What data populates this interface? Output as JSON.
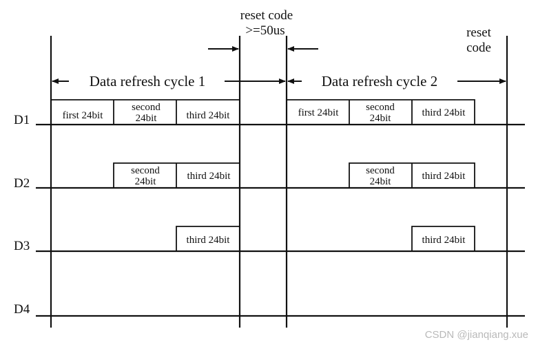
{
  "reset_top": {
    "line1": "reset code",
    "line2": ">=50us"
  },
  "reset_right": {
    "line1": "reset",
    "line2": "code"
  },
  "cycle1": "Data refresh cycle 1",
  "cycle2": "Data refresh cycle 2",
  "rows": [
    {
      "label": "D1",
      "packets": [
        {
          "lines": [
            "first 24bit"
          ]
        },
        {
          "lines": [
            "second",
            "24bit"
          ]
        },
        {
          "lines": [
            "third 24bit"
          ]
        },
        {
          "lines": [
            "first 24bit"
          ]
        },
        {
          "lines": [
            "second",
            "24bit"
          ]
        },
        {
          "lines": [
            "third 24bit"
          ]
        }
      ]
    },
    {
      "label": "D2",
      "packets": [
        {
          "lines": [
            "second",
            "24bit"
          ]
        },
        {
          "lines": [
            "third 24bit"
          ]
        },
        {
          "lines": [
            "second",
            "24bit"
          ]
        },
        {
          "lines": [
            "third 24bit"
          ]
        }
      ]
    },
    {
      "label": "D3",
      "packets": [
        {
          "lines": [
            "third 24bit"
          ]
        },
        {
          "lines": [
            "third 24bit"
          ]
        }
      ]
    },
    {
      "label": "D4",
      "packets": []
    }
  ],
  "watermark": "CSDN @jianqiang.xue"
}
